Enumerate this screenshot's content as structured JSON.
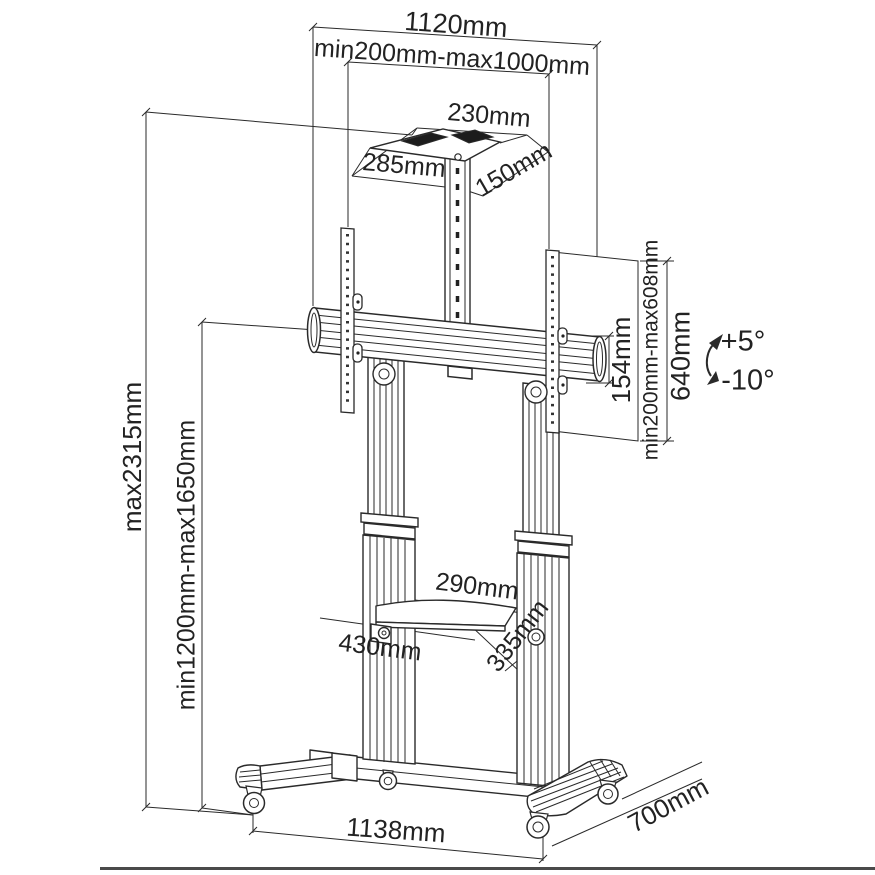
{
  "page": {
    "background": "#ffffff",
    "line_color": "#2a2a2a",
    "text_color": "#222222",
    "divider_color": "#4a4a4a"
  },
  "diagram": {
    "subject": "mobile-tv-cart-dimension-drawing",
    "labels": {
      "width_total": "1120mm",
      "width_range": "min200mm-max1000mm",
      "top_plate_depth": "230mm",
      "top_plate_width": "285mm",
      "top_plate_side": "150mm",
      "height_max": "max2315mm",
      "height_range": "min1200mm-max1650mm",
      "bracket_height": "154mm",
      "vesa_height_range": "min200mm-max608mm",
      "rail_length": "640mm",
      "tilt_up": "+5°",
      "tilt_down": "-10°",
      "shelf_depth": "290mm",
      "shelf_width": "430mm",
      "shelf_side": "335mm",
      "base_width": "1138mm",
      "base_depth": "700mm"
    }
  }
}
